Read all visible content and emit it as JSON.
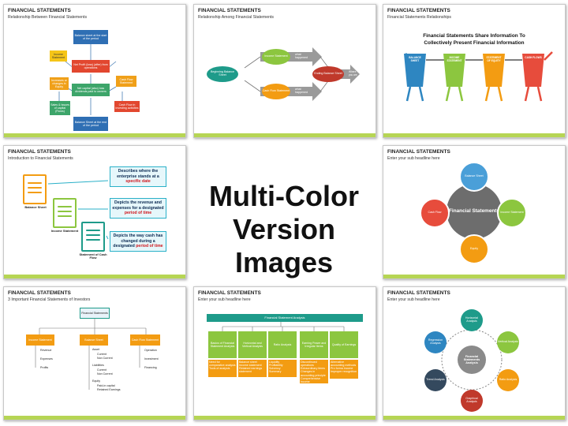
{
  "slides": [
    {
      "title": "FINANCIAL STATEMENTS",
      "subtitle": "Relationship Between Financial Statements",
      "labels": [
        "Balance sheet at the start of the period",
        "Net Profit (loss) (after) from operations",
        "Net capital (also) loss dividends paid to owners",
        "Income Statement",
        "Cash Flow Statement",
        "Increases or changes in Equity",
        "Sales & Issues of capital (Flows)",
        "Cash Flow in Investing activities",
        "Balance Sheet at the end of the period"
      ]
    },
    {
      "title": "FINANCIAL STATEMENTS",
      "subtitle": "Relationship Among Financial Statements",
      "labels": [
        "Beginning Balance Sheet",
        "Where you are",
        "Income Statement",
        "what happened",
        "Ending Balance Sheet",
        "Where you are",
        "Cash Flow Statement",
        "what happened"
      ]
    },
    {
      "title": "FINANCIAL STATEMENTS",
      "subtitle": "Financial Statements Relationships",
      "heading_line1": "Financial Statements Share Information To",
      "heading_line2": "Collectively Present Financial Information",
      "figures": [
        "BALANCE SHEET",
        "INCOME STATEMENT",
        "STATEMENT OF EQUITY",
        "CASH FLOWS"
      ]
    },
    {
      "title": "FINANCIAL STATEMENTS",
      "subtitle": "Introduction to Financial Statements",
      "docs": [
        "Balance Sheet",
        "Income Statement",
        "Statement of Cash Flow"
      ],
      "callouts": [
        {
          "text": "Describes where the enterprise stands at a",
          "highlight": "specific date"
        },
        {
          "text": "Depicts the revenue and expenses for a designated",
          "highlight": "period of time"
        },
        {
          "text": "Depicts the way cash has changed during a designated",
          "highlight": "period of time"
        }
      ]
    },
    {
      "title": "FINANCIAL STATEMENTS",
      "subtitle": "Enter your sub headline here",
      "center": "Financial Statements",
      "nodes": [
        "Balance Sheet",
        "Income Statement",
        "Equity",
        "Cash Flow"
      ]
    },
    {
      "title": "FINANCIAL STATEMENTS",
      "subtitle": "3 Important Financial Statements of Investors",
      "root": "Financial Statements",
      "columns": [
        {
          "head": "Income Statement",
          "items": [
            "Revenue",
            "Expenses",
            "Profits"
          ]
        },
        {
          "head": "Balance Sheet",
          "items": [
            "Asset",
            "Current",
            "Non Current",
            "Liabilities",
            "Current",
            "Non Current",
            "Equity",
            "Paid-in capital",
            "Retained Earnings"
          ]
        },
        {
          "head": "Cash Flow Statement",
          "items": [
            "Operation",
            "Investment",
            "Financing"
          ]
        }
      ]
    },
    {
      "title": "FINANCIAL STATEMENTS",
      "subtitle": "Enter your sub headline here",
      "root": "Financial Statement Analysis",
      "columns": [
        {
          "head": "Basics of Financial Statement Analysis",
          "items": [
            "Need for comparative analysis",
            "Tools of analysis"
          ]
        },
        {
          "head": "Horizontal and Vertical Analysis",
          "items": [
            "Balance sheet",
            "Income statement",
            "Retained earnings statement"
          ]
        },
        {
          "head": "Ratio Analysis",
          "items": [
            "Liquidity",
            "Profitability",
            "Solvency",
            "Summary"
          ]
        },
        {
          "head": "Earning Power and Irregular Items",
          "items": [
            "Discontinued operations",
            "Extraordinary items",
            "Changes in accounting principle",
            "Comprehensive income"
          ]
        },
        {
          "head": "Quality of Earnings",
          "items": [
            "Alternative accounting methods",
            "Pro forma income",
            "Improper recognition"
          ]
        }
      ]
    },
    {
      "title": "FINANCIAL STATEMENTS",
      "subtitle": "Enter your sub headline here",
      "center": "Financial Statements Analysis",
      "nodes": [
        "Horizontal Analysis",
        "Vertical Analysis",
        "Ratio Analysis",
        "Graphical Analysis",
        "Trend Analysis",
        "Regression Analysis"
      ]
    }
  ],
  "center_title_line1": "Multi-Color",
  "center_title_line2": "Version Images",
  "colors": {
    "accent_bar": "#b6d554",
    "teal": "#1e9b8a",
    "orange": "#f39c12",
    "green": "#8cc63f",
    "red": "#e74c3c",
    "blue": "#2e86c1",
    "gray": "#7f8c8d"
  }
}
